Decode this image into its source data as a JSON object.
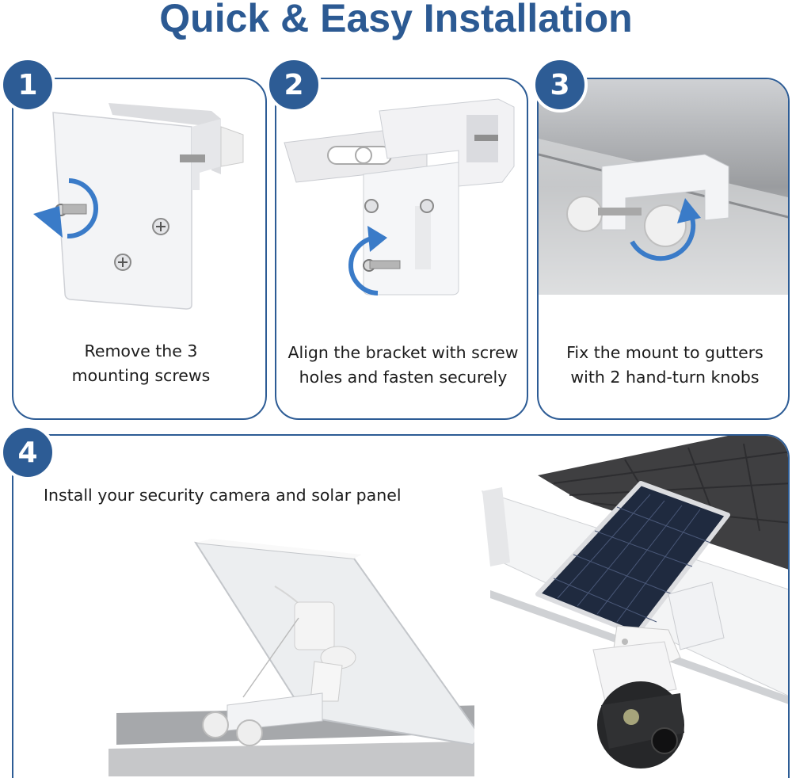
{
  "title": "Quick & Easy Installation",
  "steps": [
    {
      "number": "1",
      "line1": "Remove the 3",
      "line2": "mounting screws"
    },
    {
      "number": "2",
      "line1": "Align the bracket with screw",
      "line2": "holes and fasten securely"
    },
    {
      "number": "3",
      "line1": "Fix the mount to gutters",
      "line2": "with 2 hand-turn knobs"
    },
    {
      "number": "4",
      "line1": "Install your security camera and solar panel"
    }
  ],
  "colors": {
    "accent": "#2d5c95",
    "title": "#2c5a93",
    "arrow": "#3a7bc8"
  }
}
